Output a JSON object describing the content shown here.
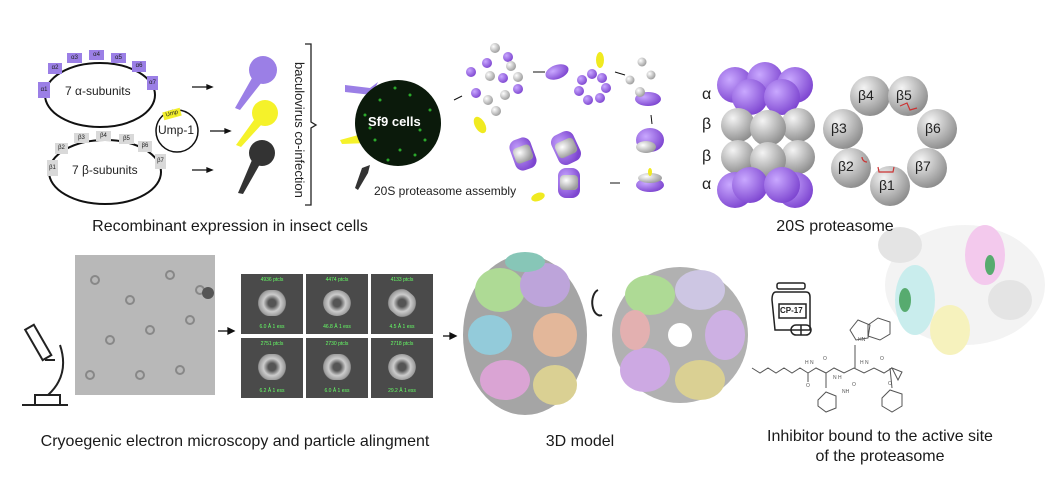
{
  "top": {
    "alpha_plasmid": {
      "label": "7 α-subunits",
      "subunits": [
        "α1",
        "α2",
        "α3",
        "α4",
        "α5",
        "α6",
        "α7"
      ],
      "color": "#9b7fe6"
    },
    "beta_plasmid": {
      "label": "7 β-subunits",
      "subunits": [
        "β1",
        "β2",
        "β3",
        "β4",
        "β5",
        "β6",
        "β7"
      ],
      "color": "#d9d9d9"
    },
    "ump": {
      "tag": "Ump",
      "label": "Ump-1",
      "color": "#f2ef2a"
    },
    "coinfection_label": "baculovirus co-infection",
    "sf9_label": "Sf9 cells",
    "assembly_label": "20S proteasome assembly",
    "caption": "Recombinant expression in insect cells",
    "proteasome": {
      "ring_labels": [
        "α",
        "β",
        "β",
        "α"
      ],
      "beta_ring": [
        "β1",
        "β2",
        "β3",
        "β4",
        "β5",
        "β6",
        "β7"
      ],
      "caption": "20S proteasome",
      "alpha_color": "#9a5de0",
      "beta_color": "#e0e0e0"
    }
  },
  "bottom": {
    "class_averages": [
      {
        "count": "4936 ptcls",
        "res": "6.0 Å 1 ess"
      },
      {
        "count": "4474 ptcls",
        "res": "46.8 Å 1 ess"
      },
      {
        "count": "4133 ptcls",
        "res": "4.5 Å 1 ess"
      },
      {
        "count": "2751 ptcls",
        "res": "6.2 Å 1 ess"
      },
      {
        "count": "2730 ptcls",
        "res": "6.0 Å 1 ess"
      },
      {
        "count": "2718 ptcls",
        "res": "29.2 Å 1 ess"
      }
    ],
    "cryo_caption": "Cryoegenic electron microscopy and particle alingment",
    "model_caption": "3D model",
    "drug_label": "CP-17",
    "molecule_atoms": [
      "HN",
      "NH",
      "O",
      "O",
      "O",
      "O",
      "O",
      "H N",
      "N H",
      "H N"
    ],
    "inhibitor_caption_1": "Inhibitor bound to the active site",
    "inhibitor_caption_2": "of the proteasome"
  }
}
